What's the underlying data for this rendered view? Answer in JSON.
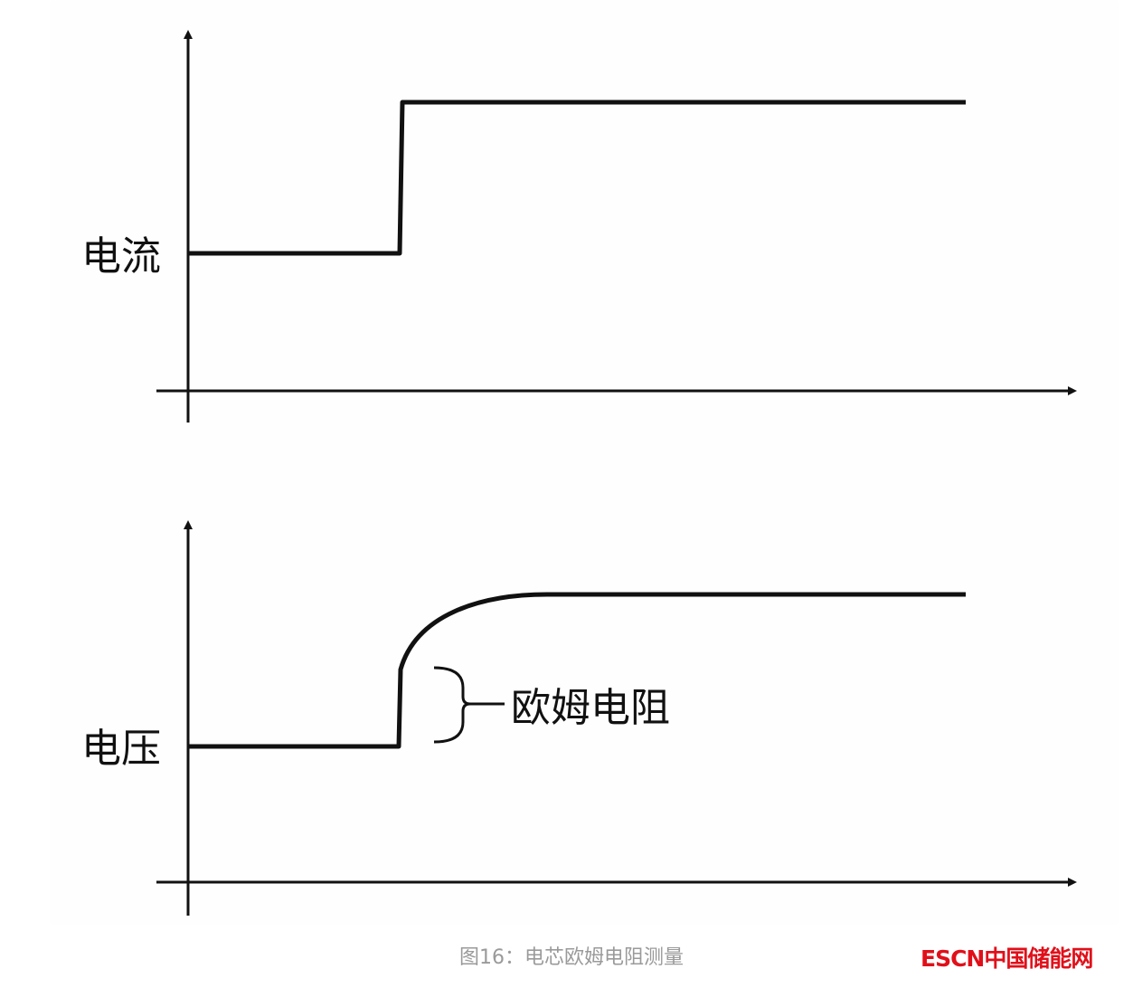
{
  "diagram": {
    "top_label": "电流",
    "bottom_label": "电压",
    "annotation": "欧姆电阻",
    "line_color": "#111111"
  },
  "caption": "图16：电芯欧姆电阻测量",
  "logo": "ESCN中国储能网"
}
